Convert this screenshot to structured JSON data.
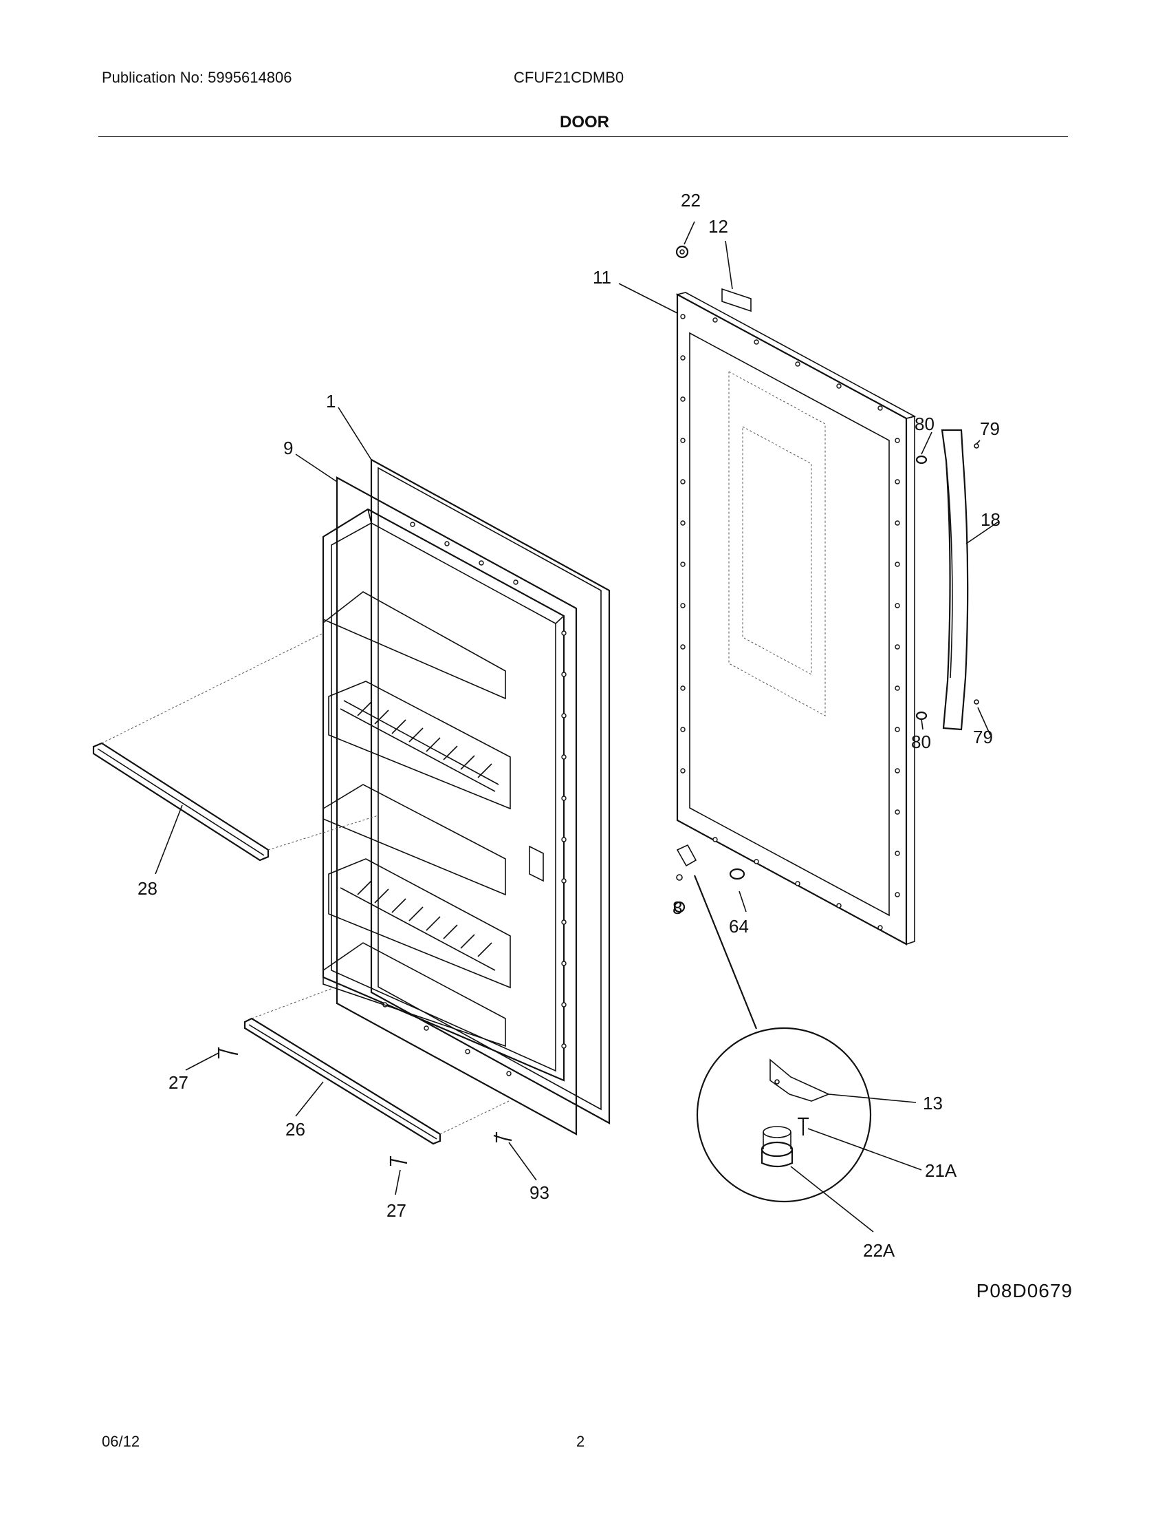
{
  "header": {
    "publication": "Publication No: 5995614806",
    "model": "CFUF21CDMB0"
  },
  "title": "DOOR",
  "callouts": {
    "c22": "22",
    "c12": "12",
    "c11": "11",
    "c1": "1",
    "c9": "9",
    "c80a": "80",
    "c79a": "79",
    "c18": "18",
    "c80b": "80",
    "c79b": "79",
    "c28": "28",
    "c8": "8",
    "c64": "64",
    "c27a": "27",
    "c26": "26",
    "c27b": "27",
    "c93": "93",
    "c13": "13",
    "c21A": "21A",
    "c22A": "22A"
  },
  "figure_code": "P08D0679",
  "footer": {
    "date": "06/12",
    "page": "2"
  }
}
